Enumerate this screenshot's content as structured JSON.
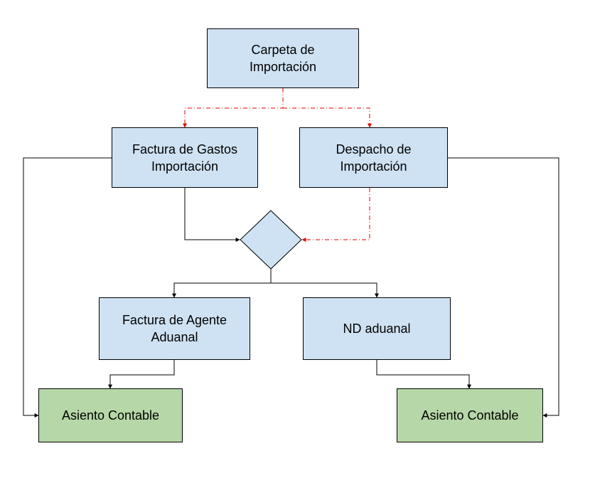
{
  "nodes": {
    "carpeta": "Carpeta de\nImportación",
    "factura_gastos": "Factura de Gastos\nImportación",
    "despacho": "Despacho de\nImportación",
    "factura_agente": "Factura de Agente\nAduanal",
    "nd_aduanal": "ND aduanal",
    "asiento_left": "Asiento Contable",
    "asiento_right": "Asiento Contable"
  },
  "colors": {
    "process_fill": "#cfe2f3",
    "result_fill": "#b6d7a8",
    "line": "#000000",
    "dashed_line": "#e00000"
  }
}
